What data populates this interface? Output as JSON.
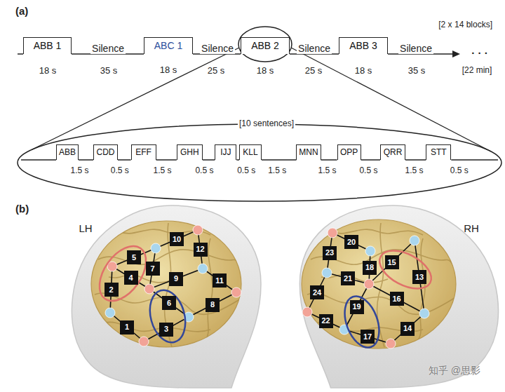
{
  "diagram": {
    "nodes": [
      {
        "text": [
          "ABB 1"
        ]
      },
      {
        "text": [
          "ABC 1"
        ]
      },
      {
        "text": [
          "ABB 2"
        ]
      },
      {
        "text": [
          "ABB 3"
        ]
      },
      {
        "text": [
          "ABB"
        ]
      },
      {
        "text": [
          "CDD"
        ]
      },
      {
        "text": [
          "EFF"
        ]
      },
      {
        "text": [
          "GHH"
        ]
      },
      {
        "text": [
          "IJJ"
        ]
      },
      {
        "text": [
          "KLL"
        ]
      },
      {
        "text": [
          "MNN"
        ]
      },
      {
        "text": [
          "OPP"
        ]
      },
      {
        "text": [
          "QRR"
        ]
      },
      {
        "text": [
          "STT"
        ]
      },
      {
        "text": [
          "1"
        ]
      },
      {
        "text": [
          "2"
        ]
      },
      {
        "text": [
          "3"
        ]
      },
      {
        "text": [
          "4"
        ]
      },
      {
        "text": [
          "5"
        ]
      },
      {
        "text": [
          "6"
        ]
      },
      {
        "text": [
          "7"
        ]
      },
      {
        "text": [
          "8"
        ]
      },
      {
        "text": [
          "9"
        ]
      },
      {
        "text": [
          "10"
        ]
      },
      {
        "text": [
          "11"
        ]
      },
      {
        "text": [
          "12"
        ]
      },
      {
        "text": [
          "13"
        ]
      },
      {
        "text": [
          "14"
        ]
      },
      {
        "text": [
          "15"
        ]
      },
      {
        "text": [
          "16"
        ]
      },
      {
        "text": [
          "17"
        ]
      },
      {
        "text": [
          "18"
        ]
      },
      {
        "text": [
          "19"
        ]
      },
      {
        "text": [
          "20"
        ]
      },
      {
        "text": [
          "21"
        ]
      },
      {
        "text": [
          "22"
        ]
      },
      {
        "text": [
          "23"
        ]
      },
      {
        "text": [
          "24"
        ]
      }
    ],
    "labels": [
      "(a)",
      "[2 x 14 blocks]",
      "Silence",
      "Silence",
      "Silence",
      "Silence",
      "· · ·",
      "18 s",
      "35 s",
      "18 s",
      "25 s",
      "18 s",
      "25 s",
      "18 s",
      "35 s",
      "[22 min]",
      "[10 sentences]",
      "1.5 s",
      "0.5 s",
      "1.5 s",
      "0.5 s",
      "0.5 s",
      "1.5 s",
      "1.5 s",
      "0.5 s",
      "1.5 s",
      "0.5 s",
      "(b)",
      "LH",
      "RH",
      "知乎 @思影"
    ]
  }
}
